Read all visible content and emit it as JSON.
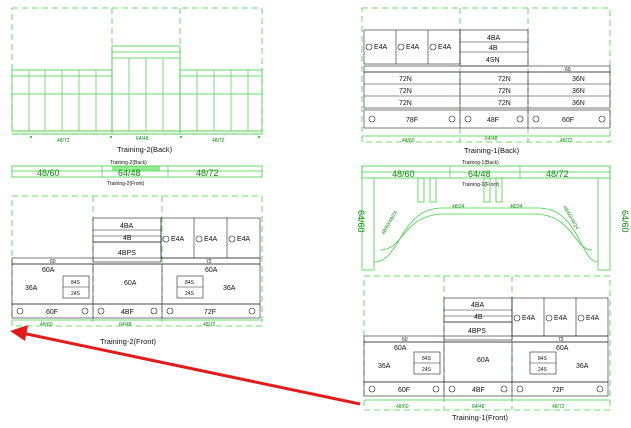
{
  "colors": {
    "line": "#3fd13f",
    "dark_line": "#222222",
    "arrow": "#e21b1b",
    "background": "#ffffff"
  },
  "top_left": {
    "title": "Training-2(Back)",
    "dims": [
      "48/72",
      "64/48",
      "48/72"
    ]
  },
  "middle_left": {
    "top_caption": "Training-2(Back)",
    "bottom_caption": "Training-2(Front)",
    "dims": [
      "48/60",
      "64/48",
      "48/72"
    ]
  },
  "top_right": {
    "title": "Training-1(Back)",
    "labels": {
      "e4a": "E4A",
      "b4a": "4BA",
      "b4": "4B",
      "n4": "4SN",
      "n72": "72N",
      "n36": "36N",
      "top60": "60",
      "f78": "78F",
      "bf48": "48F",
      "f60": "60F"
    },
    "dims": [
      "48/60",
      "64/48",
      "48/72"
    ]
  },
  "middle_right": {
    "top_caption": "Training-1(Back)",
    "inner_caption": "Training-1(Front)",
    "dims": [
      "48/60",
      "64/48",
      "48/72"
    ],
    "side_dims": [
      "64/60",
      "64/60"
    ],
    "curve_labels": [
      "48/60/48/24",
      "48/60/48/24",
      "48/24",
      "48/24"
    ]
  },
  "bottom_left": {
    "title": "Training-2(Front)",
    "labels": {
      "b4a": "4BA",
      "b4": "4B",
      "bps": "4BPS",
      "e4a": "E4A",
      "top60": "60",
      "top72": "72",
      "a60": "60A",
      "a36": "36A",
      "s84": "84S",
      "s24": "24S",
      "a36r": "36A",
      "f60": "60F",
      "bf48": "4BF",
      "f72": "72F"
    },
    "dims": [
      "48/60",
      "64/48",
      "48/72"
    ]
  },
  "bottom_right": {
    "title": "Training-1(Front)",
    "labels": {
      "b4a": "4BA",
      "b4": "4B",
      "bps": "4BPS",
      "e4a": "E4A",
      "top60": "60",
      "top72": "72",
      "a60": "60A",
      "a36": "36A",
      "s84": "84S",
      "s24": "24S",
      "f60": "60F",
      "bf48": "4BF",
      "f72": "72F"
    },
    "dims": [
      "48/60",
      "64/48",
      "48/72"
    ]
  }
}
